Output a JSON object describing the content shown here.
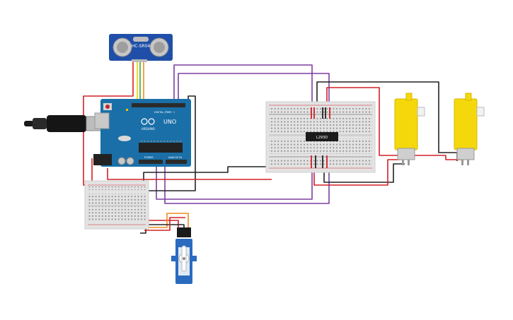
{
  "sensor": {
    "label": "HC-SR04"
  },
  "arduino": {
    "model": "UNO",
    "brand": "ARDUINO",
    "digital_label": "DIGITAL (PWM ~)",
    "power_label": "POWER",
    "analog_label": "ANALOG IN"
  },
  "driver": {
    "label": "L293D"
  },
  "colors": {
    "wire_red": "#d32027",
    "wire_black": "#222222",
    "wire_purple": "#7b3fa0",
    "wire_orange": "#f28c1c",
    "wire_yellow": "#e8d200",
    "wire_green": "#3aa935",
    "arduino_board": "#1a6fa8",
    "motor_body": "#f5d80b",
    "servo_body": "#2a6bbf",
    "sensor_board": "#1f4fa8",
    "breadboard": "#e3e3e3"
  },
  "components": [
    {
      "name": "usb-cable"
    },
    {
      "name": "ultrasonic-sensor"
    },
    {
      "name": "arduino-uno"
    },
    {
      "name": "small-breadboard"
    },
    {
      "name": "main-breadboard"
    },
    {
      "name": "motor-driver-ic"
    },
    {
      "name": "dc-motor-left"
    },
    {
      "name": "dc-motor-right"
    },
    {
      "name": "servo-motor"
    }
  ]
}
